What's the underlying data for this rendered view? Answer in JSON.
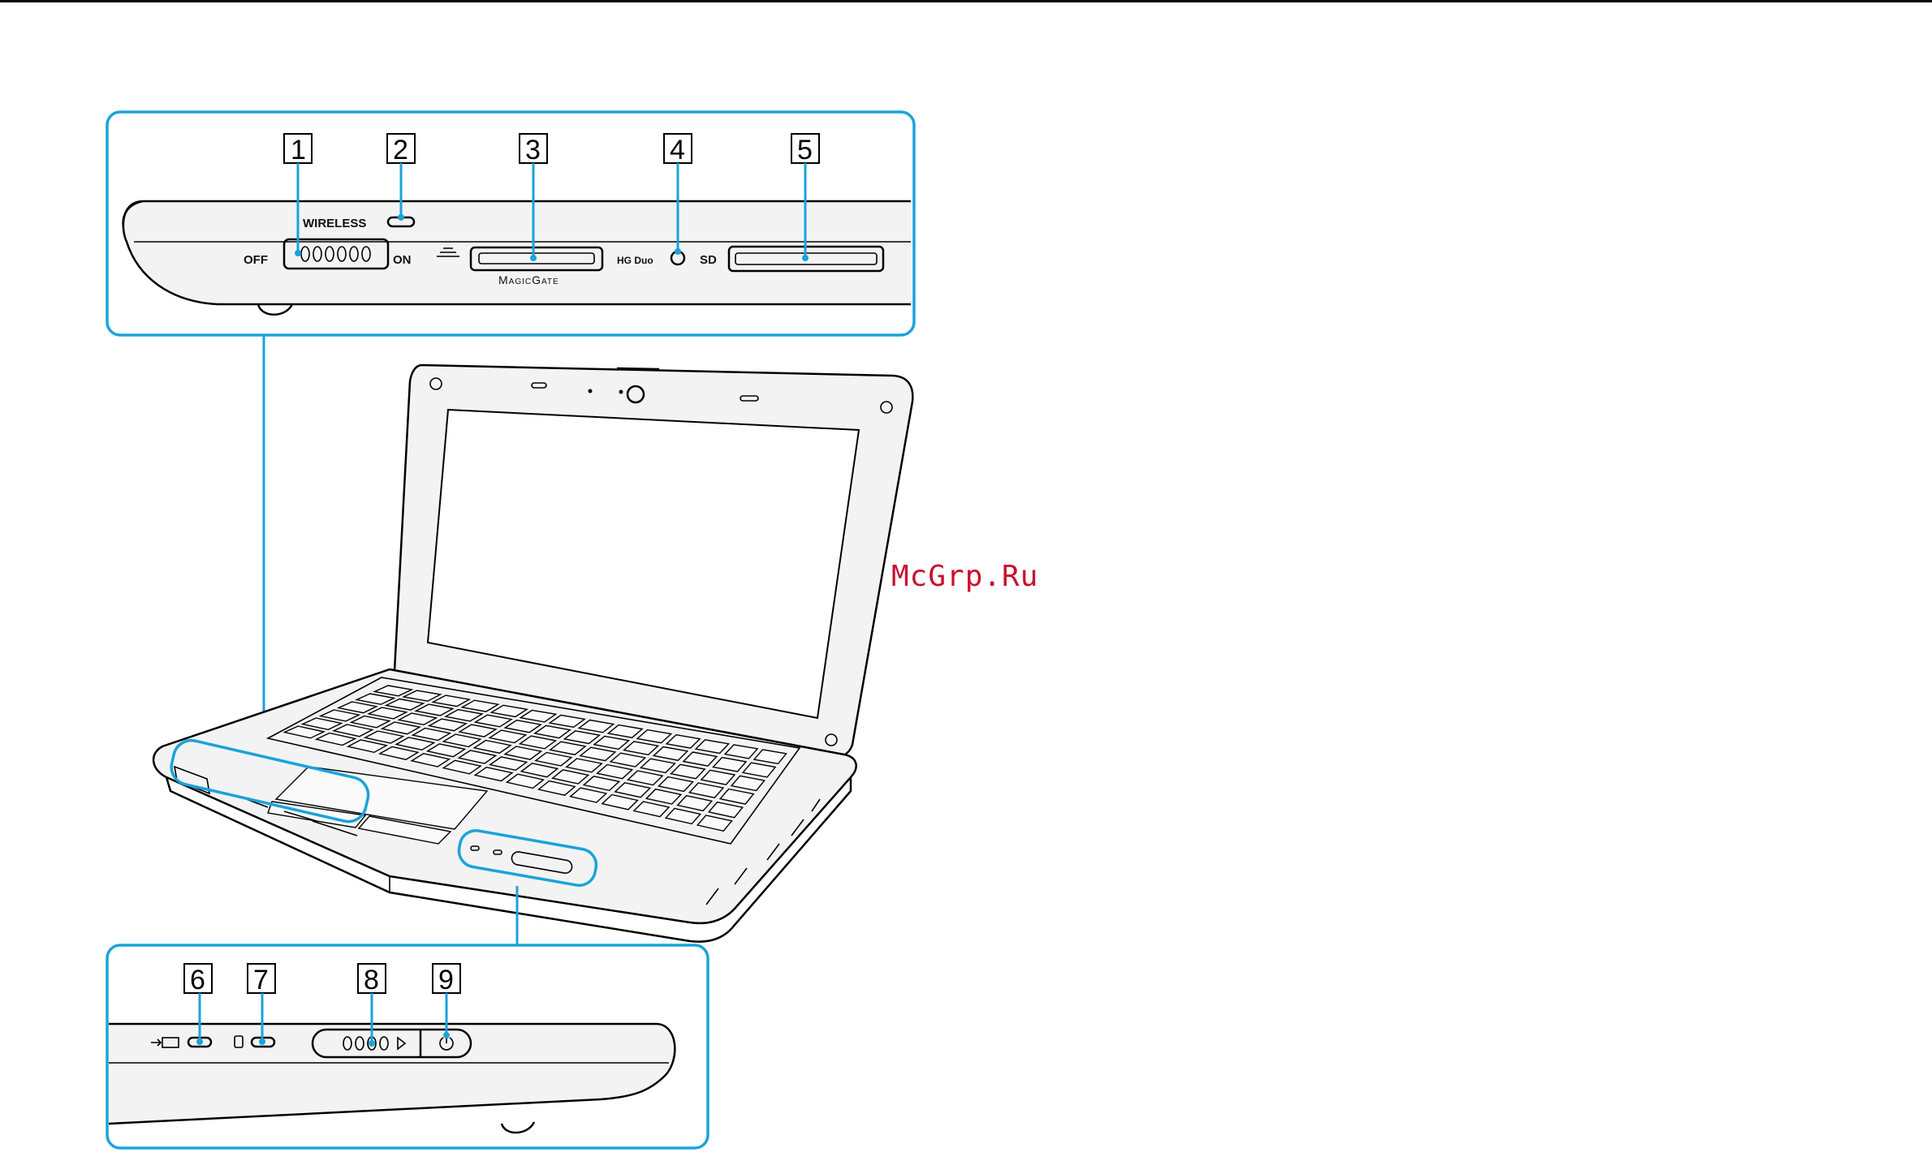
{
  "callouts": {
    "c1": "1",
    "c2": "2",
    "c3": "3",
    "c4": "4",
    "c5": "5",
    "c6": "6",
    "c7": "7",
    "c8": "8",
    "c9": "9"
  },
  "labels": {
    "wireless": "WIRELESS",
    "off": "OFF",
    "on": "ON",
    "magicgate": "MagicGate",
    "hg_duo": "HG Duo",
    "sd": "SD"
  },
  "watermark": "McGrp.Ru",
  "icons": {
    "charge": "charge-indicator-icon",
    "drive": "disc-drive-indicator-icon",
    "power": "power-icon",
    "memory_stick": "memory-stick-icon"
  },
  "colors": {
    "callout_frame": "#1aa3d9",
    "line": "#000000",
    "body_fill": "#f2f2f2",
    "watermark": "#c8102e"
  }
}
